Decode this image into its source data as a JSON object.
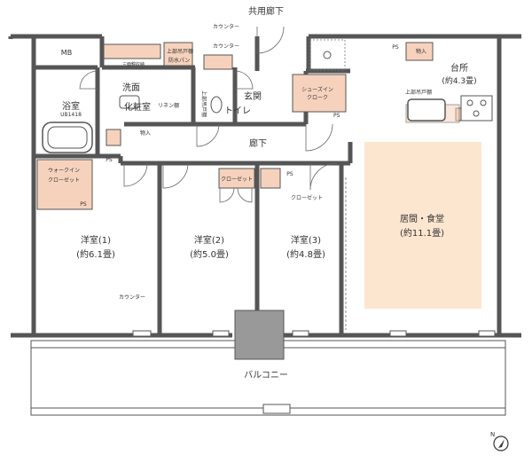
{
  "labels": {
    "common_corridor": "共用廊下",
    "mb": "MB",
    "counter_top1": "カウンター",
    "counter_top2": "カウンター",
    "upper_shelf_wash": "三面鏡収納",
    "upper_hanging_shelf_pan": "上部吊戸棚",
    "waterproof_pan": "防水パン",
    "upper_shelf_hall": "上部吊戸棚",
    "washroom": "洗面",
    "powder_room": "化粧室",
    "linen_shelf": "リネン棚",
    "toilet": "トイレ",
    "entrance": "玄関",
    "shoes_in_closet_1": "シューズイン",
    "shoes_in_closet_2": "クローク",
    "ps_shoe": "PS",
    "bathroom": "浴室",
    "bath_size": "UB1418",
    "storage_small": "物入",
    "hallway": "廊下",
    "ps_kitchen": "PS",
    "storage_kitchen": "物入",
    "kitchen": "台所",
    "kitchen_size": "(約4.3畳)",
    "upper_shelf_kitchen": "上部吊戸棚",
    "walk_in_closet_1": "ウォークイン",
    "walk_in_closet_2": "クローゼット",
    "ps_bed1": "PS",
    "ps_bath": "PS",
    "closet_bed2": "クローゼット",
    "closet_bed3": "クローゼット",
    "ps_hall": "PS",
    "living_dining": "居間・食堂",
    "living_dining_size": "(約11.1畳)",
    "bedroom1": "洋室(1)",
    "bedroom1_size": "(約6.1畳)",
    "bedroom2": "洋室(2)",
    "bedroom2_size": "(約5.0畳)",
    "bedroom3": "洋室(3)",
    "bedroom3_size": "(約4.8畳)",
    "counter_bed1": "カウンター",
    "balcony": "バルコニー",
    "north": "N"
  },
  "colors": {
    "storage_fill": "#f6d2bd",
    "living_fill": "#fde6cf",
    "column_fill": "#999999",
    "wall": "#555555"
  }
}
